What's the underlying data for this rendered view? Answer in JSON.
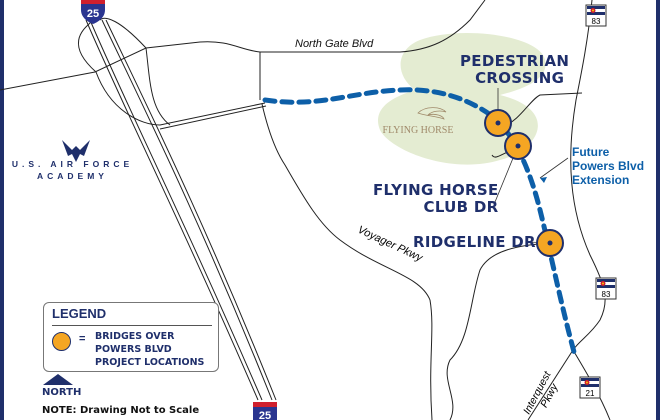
{
  "colors": {
    "border": "#1f2f6b",
    "bridge": "#f5a623",
    "future_road": "#0d5fa8",
    "open_space": "#e4ecd2"
  },
  "shields": {
    "interstate": "25",
    "state_top": "83",
    "state_mid": "83",
    "state_bottom": "21"
  },
  "roads": {
    "north_gate": "North Gate Blvd",
    "voyager": "Voyager Pkwy",
    "interquest": "Interquest Pkwy"
  },
  "locations": {
    "pedestrian": [
      "PEDESTRIAN",
      "CROSSING"
    ],
    "flying_horse_club": [
      "FLYING HORSE",
      "CLUB DR"
    ],
    "ridgeline": "RIDGELINE DR"
  },
  "future": [
    "Future",
    "Powers Blvd",
    "Extension"
  ],
  "flying_horse_logo": "FLYING HORSE",
  "academy": [
    "U.S. AIR FORCE",
    "ACADEMY"
  ],
  "legend": {
    "title": "LEGEND",
    "equals": "=",
    "lines": [
      "BRIDGES OVER",
      "POWERS BLVD",
      "PROJECT LOCATIONS"
    ]
  },
  "north": "NORTH",
  "note": "NOTE: Drawing Not to Scale"
}
